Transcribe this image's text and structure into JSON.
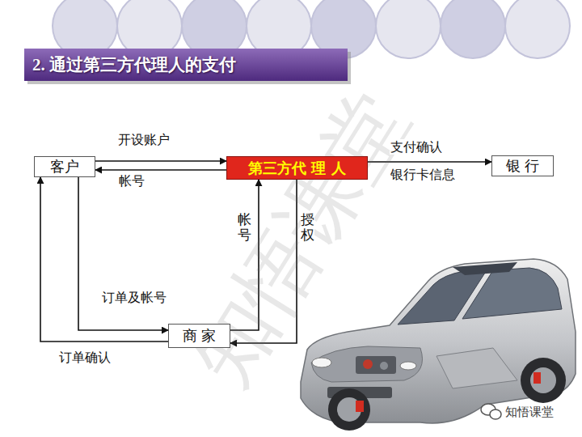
{
  "diagram": {
    "title": "2. 通过第三方代理人的支付",
    "nodes": [
      {
        "text": [
          "客户"
        ]
      },
      {
        "text": [
          "第三方代 理 人"
        ]
      },
      {
        "text": [
          "银 行"
        ]
      },
      {
        "text": [
          "商 家"
        ]
      }
    ],
    "edges": [
      {
        "from": 0,
        "to": 1,
        "label": "开设账户",
        "arrow": "to"
      },
      {
        "from": 1,
        "to": 0,
        "label": "帐号",
        "arrow": "to"
      },
      {
        "from": 1,
        "to": 2,
        "label": "支付确认",
        "arrow": "to"
      },
      {
        "from": 0,
        "to": 3,
        "label": "订单及帐号",
        "arrow": "to"
      },
      {
        "from": 3,
        "to": 0,
        "label": "订单确认",
        "arrow": "to"
      },
      {
        "from": 3,
        "to": 1,
        "label": "帐号",
        "arrow": "to"
      },
      {
        "from": 1,
        "to": 3,
        "label": "授权",
        "arrow": "to"
      }
    ],
    "labels": [
      "银行卡信息",
      "知悟课堂",
      "知悟课堂"
    ]
  }
}
